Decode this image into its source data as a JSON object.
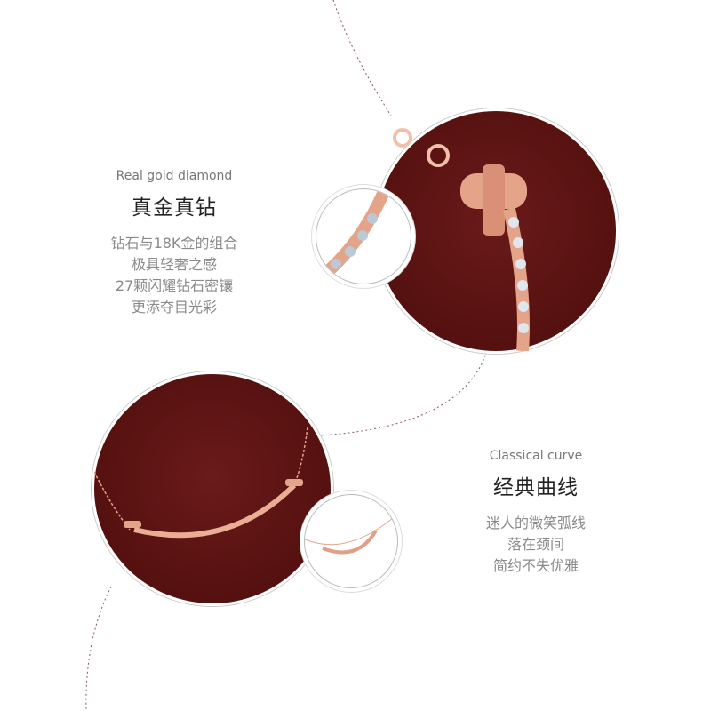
{
  "sections": [
    {
      "subtitle_en": "Real gold diamond",
      "title": "真金真钻",
      "lines": [
        "钻石与18K金的组合",
        "极具轻奢之感",
        "27颗闪耀钻石密镶",
        "更添夺目光彩"
      ]
    },
    {
      "subtitle_en": "Classical curve",
      "title": "经典曲线",
      "lines": [
        "迷人的微笑弧线",
        "落在颈间",
        "简约不失优雅"
      ]
    }
  ],
  "colors": {
    "maroon": "#55110f",
    "rose_gold": "#e4a48a",
    "dash": "#9a6a6a"
  }
}
